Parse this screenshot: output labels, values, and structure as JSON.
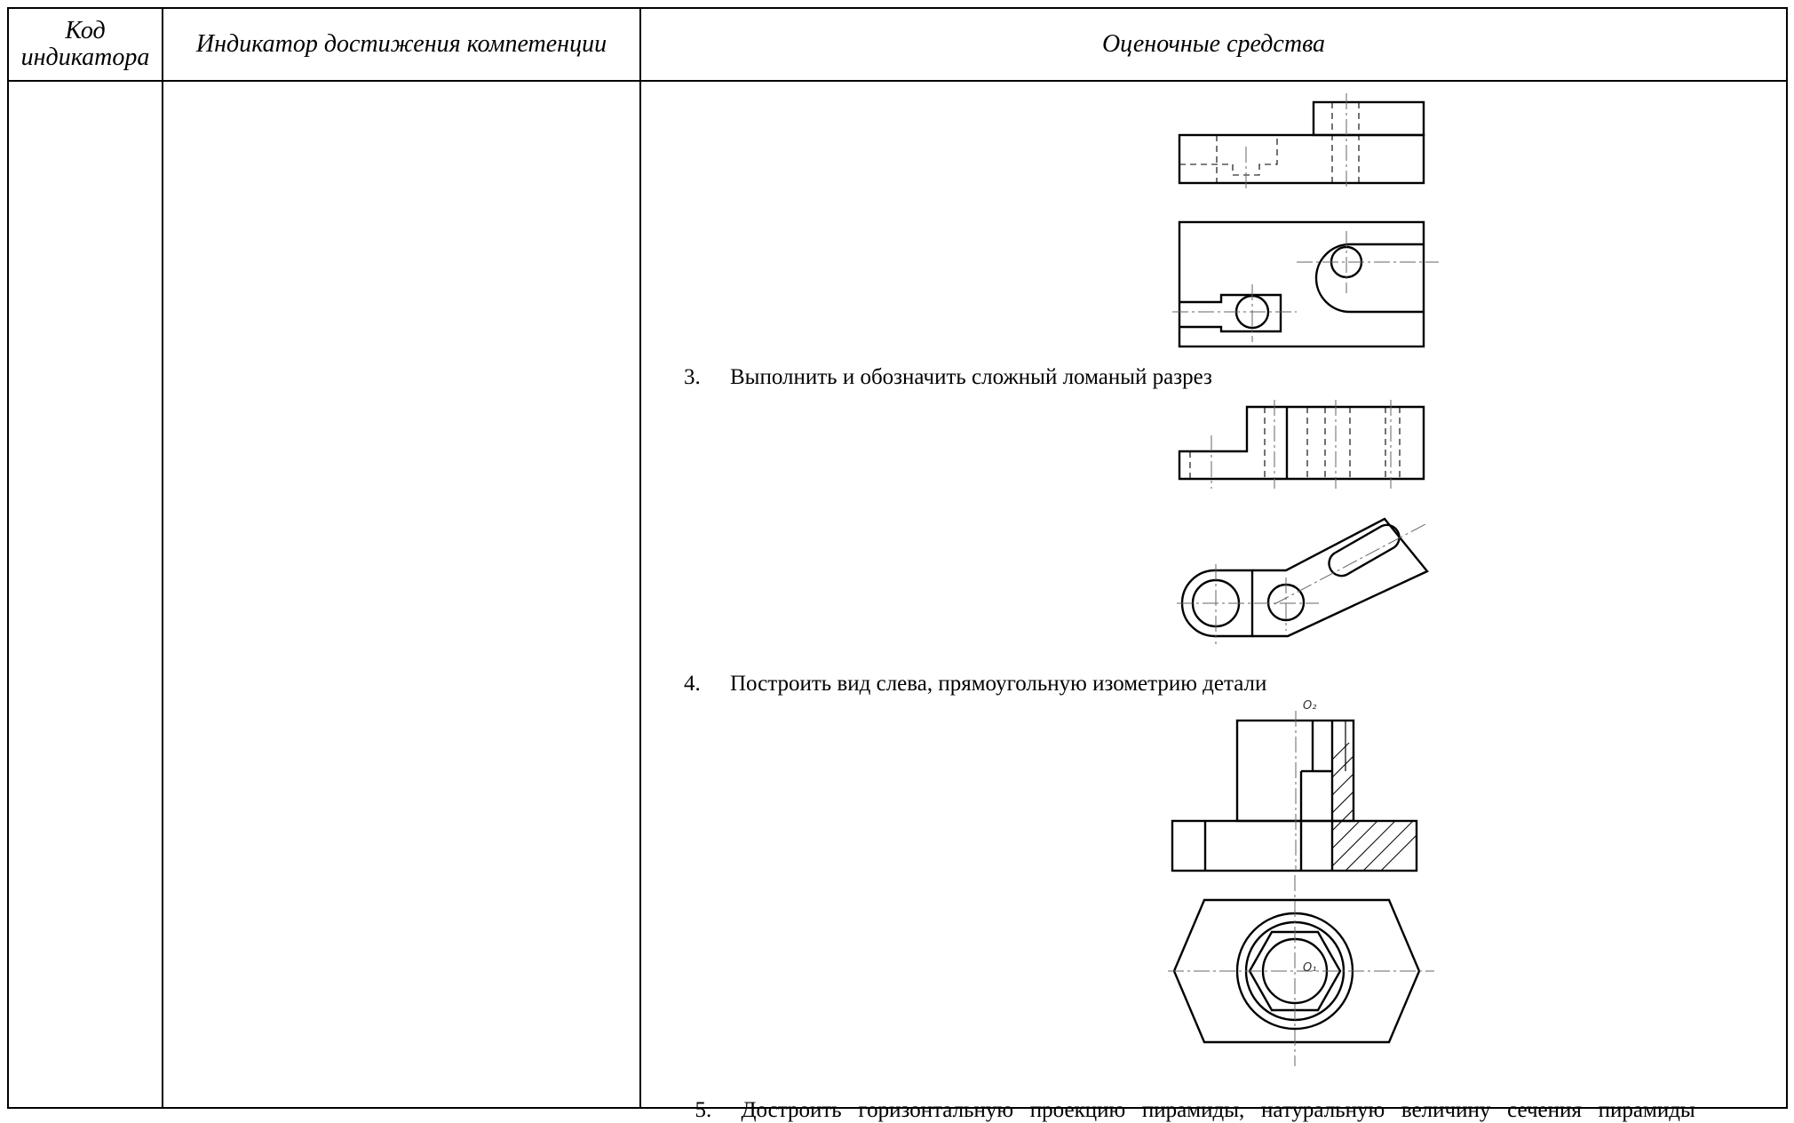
{
  "table": {
    "headers": {
      "code": "Код индикатора",
      "indicator": "Индикатор достижения компетенции",
      "tools": "Оценочные средства"
    }
  },
  "tasks": [
    {
      "number": "3.",
      "text": "Выполнить и обозначить сложный ломаный разрез"
    },
    {
      "number": "4.",
      "text": "Построить вид слева, прямоугольную изометрию детали"
    },
    {
      "number": "5.",
      "text": "Достроить   горизонтальную   проекцию   пирамиды,   натуральную   величину   сечения   пирамиды"
    }
  ],
  "drawing_labels": {
    "o2": "O₂",
    "o1": "O₁"
  }
}
